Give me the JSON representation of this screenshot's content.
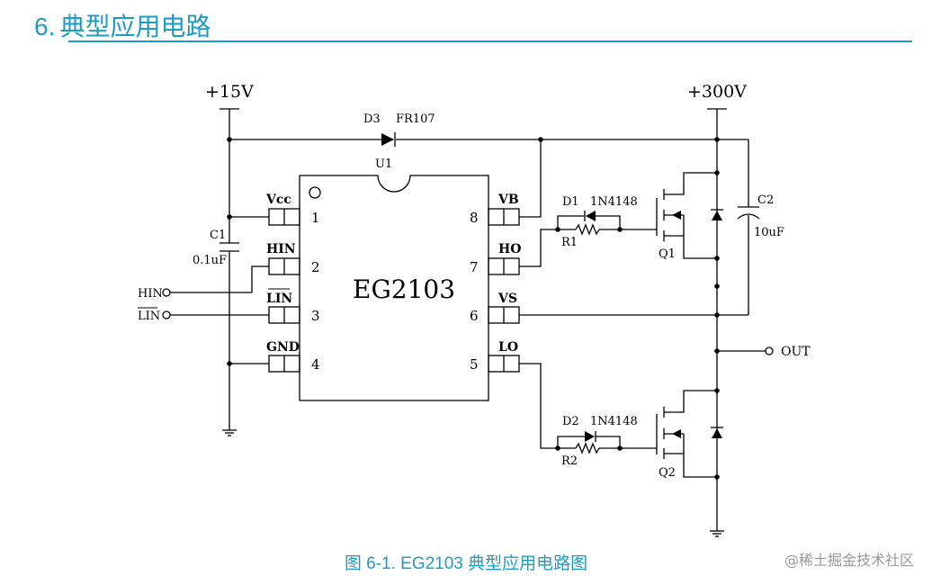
{
  "section": {
    "number": "6.",
    "title": "典型应用电路"
  },
  "caption": "图 6-1. EG2103 典型应用电路图",
  "watermark": "@稀土掘金技术社区",
  "colors": {
    "accent": "#1f9cc4",
    "line": "#000000",
    "watermark": "#9a9a9a"
  },
  "chip": {
    "name": "EG2103",
    "ref": "U1",
    "left_pins": [
      {
        "num": "1",
        "label": "Vcc"
      },
      {
        "num": "2",
        "label": "HIN"
      },
      {
        "num": "3",
        "label": "LIN"
      },
      {
        "num": "4",
        "label": "GND"
      }
    ],
    "right_pins": [
      {
        "num": "8",
        "label": "VB"
      },
      {
        "num": "7",
        "label": "HO"
      },
      {
        "num": "6",
        "label": "VS"
      },
      {
        "num": "5",
        "label": "LO"
      }
    ]
  },
  "supplies": {
    "low": "+15V",
    "high": "+300V"
  },
  "inputs": {
    "hin": "HIN",
    "lin": "LIN"
  },
  "output": "OUT",
  "components": {
    "d3": {
      "ref": "D3",
      "value": "FR107"
    },
    "c1": {
      "ref": "C1",
      "value": "0.1uF"
    },
    "c2": {
      "ref": "C2",
      "value": "10uF"
    },
    "d1": {
      "ref": "D1",
      "value": "1N4148"
    },
    "r1": {
      "ref": "R1"
    },
    "q1": {
      "ref": "Q1"
    },
    "d2": {
      "ref": "D2",
      "value": "1N4148"
    },
    "r2": {
      "ref": "R2"
    },
    "q2": {
      "ref": "Q2"
    }
  }
}
